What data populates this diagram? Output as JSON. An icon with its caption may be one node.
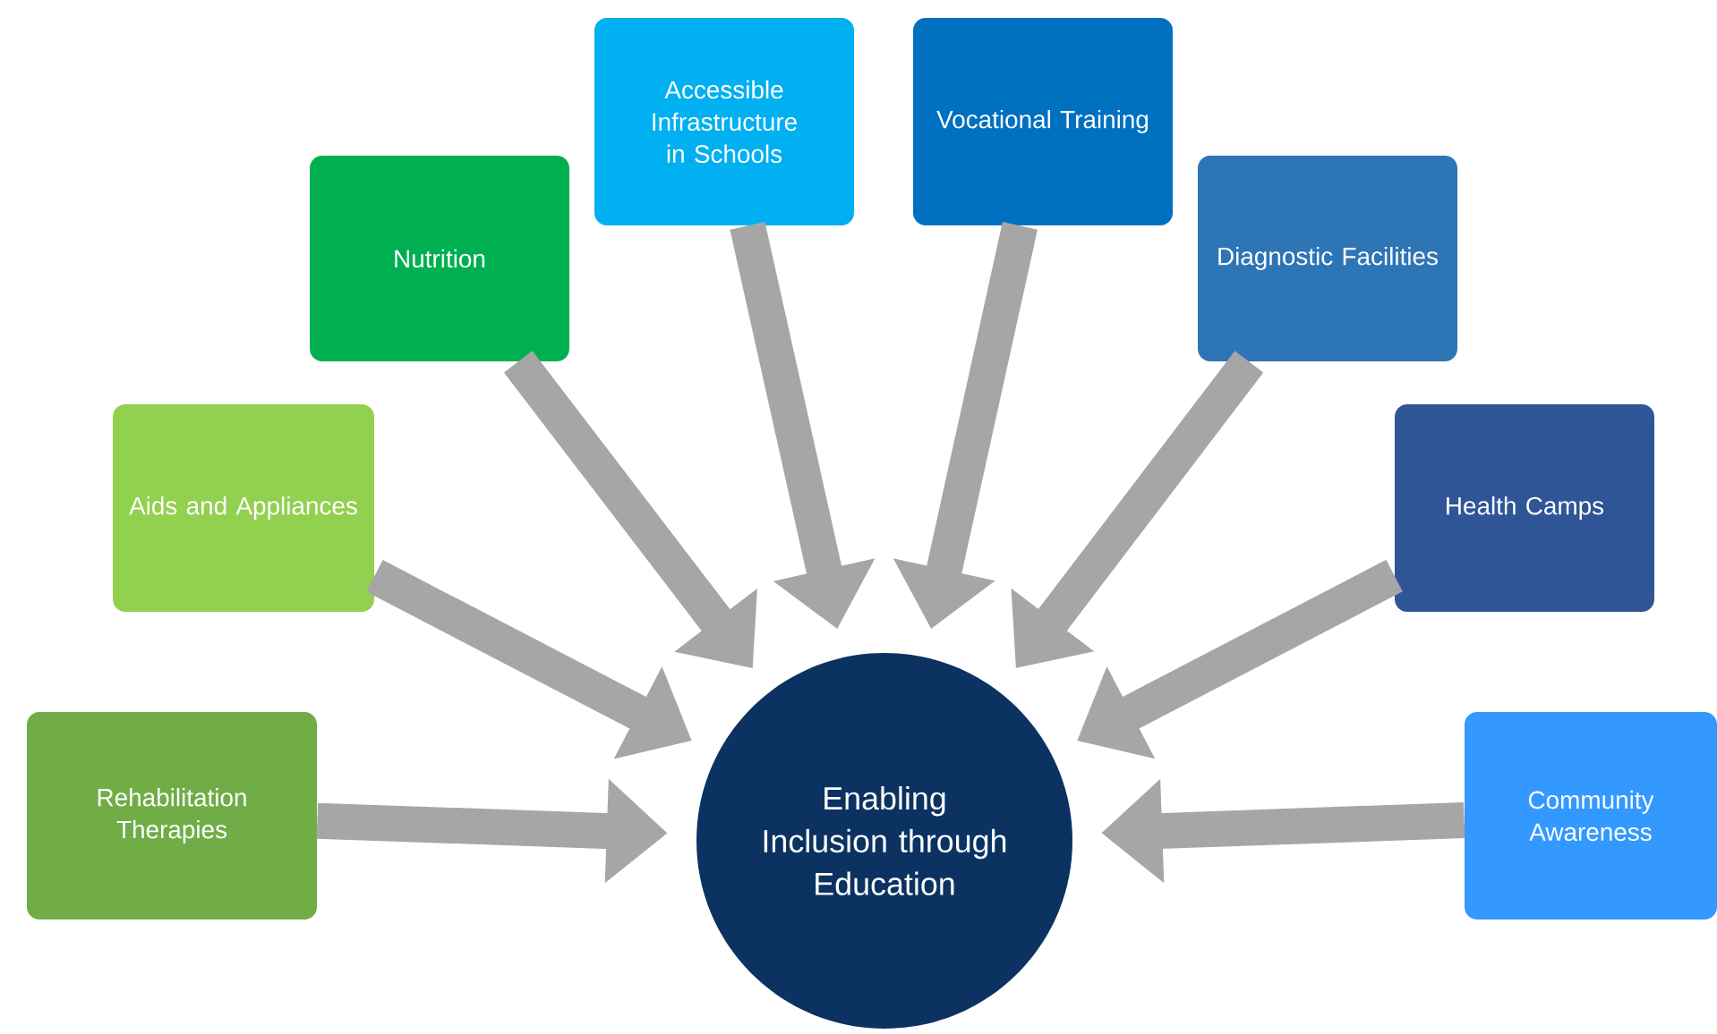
{
  "diagram": {
    "nodes": [
      {
        "text": [
          "Rehabilitation Therapies"
        ]
      },
      {
        "text": [
          "Aids and Appliances"
        ]
      },
      {
        "text": [
          "Nutrition"
        ]
      },
      {
        "text": [
          "Accessible Infrastructure in Schools"
        ]
      },
      {
        "text": [
          "Vocational Training"
        ]
      },
      {
        "text": [
          "Diagnostic Facilities"
        ]
      },
      {
        "text": [
          "Health Camps"
        ]
      },
      {
        "text": [
          "Community Awareness"
        ]
      },
      {
        "text": [
          "Enabling Inclusion through Education"
        ]
      }
    ],
    "edges": [
      {
        "from": 0,
        "to": 8,
        "arrow": "to"
      },
      {
        "from": 1,
        "to": 8,
        "arrow": "to"
      },
      {
        "from": 2,
        "to": 8,
        "arrow": "to"
      },
      {
        "from": 3,
        "to": 8,
        "arrow": "to"
      },
      {
        "from": 4,
        "to": 8,
        "arrow": "to"
      },
      {
        "from": 5,
        "to": 8,
        "arrow": "to"
      },
      {
        "from": 6,
        "to": 8,
        "arrow": "to"
      },
      {
        "from": 7,
        "to": 8,
        "arrow": "to"
      }
    ]
  }
}
